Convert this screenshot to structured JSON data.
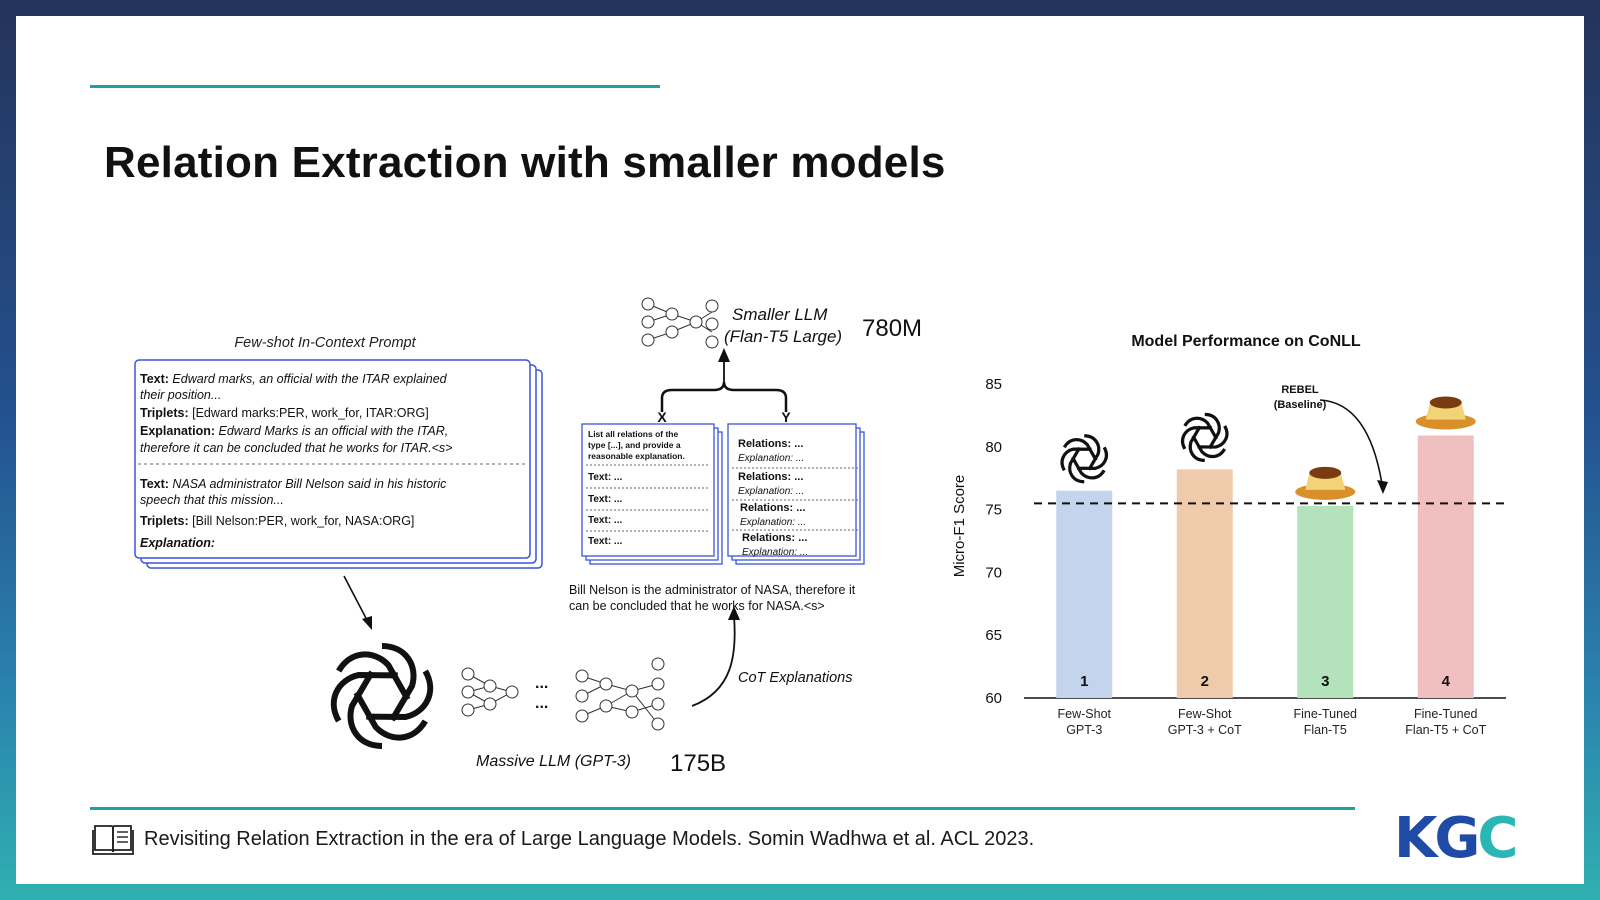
{
  "slide": {
    "title": "Relation Extraction with smaller models",
    "reference": "Revisiting Relation Extraction in the era of Large Language Models. Somin Wadhwa et al. ACL 2023.",
    "logo": {
      "part1": "KG",
      "part2": "C",
      "brand_color": "#1f4aa6",
      "accent_color": "#2bb6b6"
    }
  },
  "diagram": {
    "prompt_title": "Few-shot In-Context Prompt",
    "example1": {
      "text_label": "Text:",
      "text_value": "Edward marks, an official with the ITAR explained",
      "text_value_cont": "their position...",
      "triplets_label": "Triplets:",
      "triplets_value": "[Edward marks:PER, work_for, ITAR:ORG]",
      "explanation_label": "Explanation:",
      "explanation_value": "Edward Marks is an official with the ITAR,",
      "explanation_value_cont": "therefore it can be concluded that he works for ITAR.<s>"
    },
    "example2": {
      "text_label": "Text:",
      "text_value": "NASA administrator Bill Nelson said in his historic",
      "text_value_cont": "speech that this mission...",
      "triplets_label": "Triplets:",
      "triplets_value": "[Bill Nelson:PER, work_for, NASA:ORG]",
      "explanation_label": "Explanation:"
    },
    "massive_llm_label": "Massive LLM (GPT-3)",
    "massive_llm_size": "175B",
    "ellipsis": "...",
    "cot_label": "CoT Explanations",
    "smaller_llm_label": "Smaller LLM",
    "smaller_llm_sub": "(Flan-T5 Large)",
    "smaller_llm_size": "780M",
    "x_label": "X",
    "y_label": "Y",
    "x_card": {
      "instruction": [
        "List all relations of the",
        "type [...], and provide a",
        "reasonable explanation."
      ],
      "rows": [
        "Text: ...",
        "Text: ...",
        "Text: ...",
        "Text: ..."
      ]
    },
    "y_card": {
      "relations": "Relations: ...",
      "explanation": "Explanation: ..."
    },
    "generated_explanation_1": "Bill Nelson is the administrator of NASA, therefore it",
    "generated_explanation_2": "can be concluded that he works for NASA.<s>"
  },
  "chart_data": {
    "type": "bar",
    "title": "Model Performance on CoNLL",
    "ylabel": "Micro-F1 Score",
    "xlabel": "",
    "ylim": [
      60,
      85
    ],
    "yticks": [
      60,
      65,
      70,
      75,
      80,
      85
    ],
    "categories": [
      [
        "Few-Shot",
        "GPT-3"
      ],
      [
        "Few-Shot",
        "GPT-3 + CoT"
      ],
      [
        "Fine-Tuned",
        "Flan-T5"
      ],
      [
        "Fine-Tuned",
        "Flan-T5 + CoT"
      ]
    ],
    "values": [
      76.5,
      78.2,
      75.3,
      80.9
    ],
    "bar_labels": [
      "1",
      "2",
      "3",
      "4"
    ],
    "bar_icons": [
      "openai-logo-icon",
      "openai-logo-icon",
      "flan-pudding-icon",
      "flan-pudding-icon"
    ],
    "colors": [
      "#c3d4ec",
      "#f0cbab",
      "#b4e2bb",
      "#f0bfbf"
    ],
    "baseline": {
      "value": 75.5,
      "label_line1": "REBEL",
      "label_line2": "(Baseline)"
    },
    "grid": false
  }
}
